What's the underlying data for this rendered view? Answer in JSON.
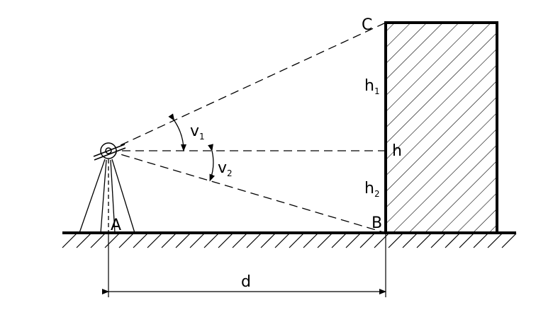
{
  "labels": {
    "point_c": "C",
    "point_b": "B",
    "point_a": "A",
    "h1_letter": "h",
    "h1_sub": "1",
    "h2_letter": "h",
    "h2_sub": "2",
    "h_mid": "h",
    "v1_letter": "v",
    "v1_sub": "1",
    "v2_letter": "v",
    "v2_sub": "2",
    "distance": "d"
  },
  "colors": {
    "ink": "#000000",
    "background": "#ffffff"
  }
}
